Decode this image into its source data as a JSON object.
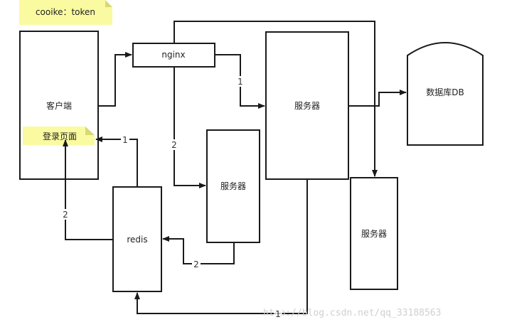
{
  "notes": {
    "cookie": "cooike：token",
    "login": "登录页面"
  },
  "nodes": {
    "client": "客户端",
    "nginx": "nginx",
    "server_main": "服务器",
    "server_mid": "服务器",
    "server_right": "服务器",
    "database": "数据库DB",
    "redis": "redis"
  },
  "edge_labels": {
    "nginx_to_server": "1",
    "nginx_to_server_mid": "2",
    "redis_to_login": "1",
    "redis_to_client": "2",
    "server_mid_to_redis": "2",
    "server_to_redis": "1"
  },
  "watermark": "http://blog.csdn.net/qq_33188563",
  "colors": {
    "note_fill": "#fafaa0",
    "note_fold": "#d8d878",
    "stroke": "#1a1a1a",
    "watermark": "#d0d0d0"
  }
}
